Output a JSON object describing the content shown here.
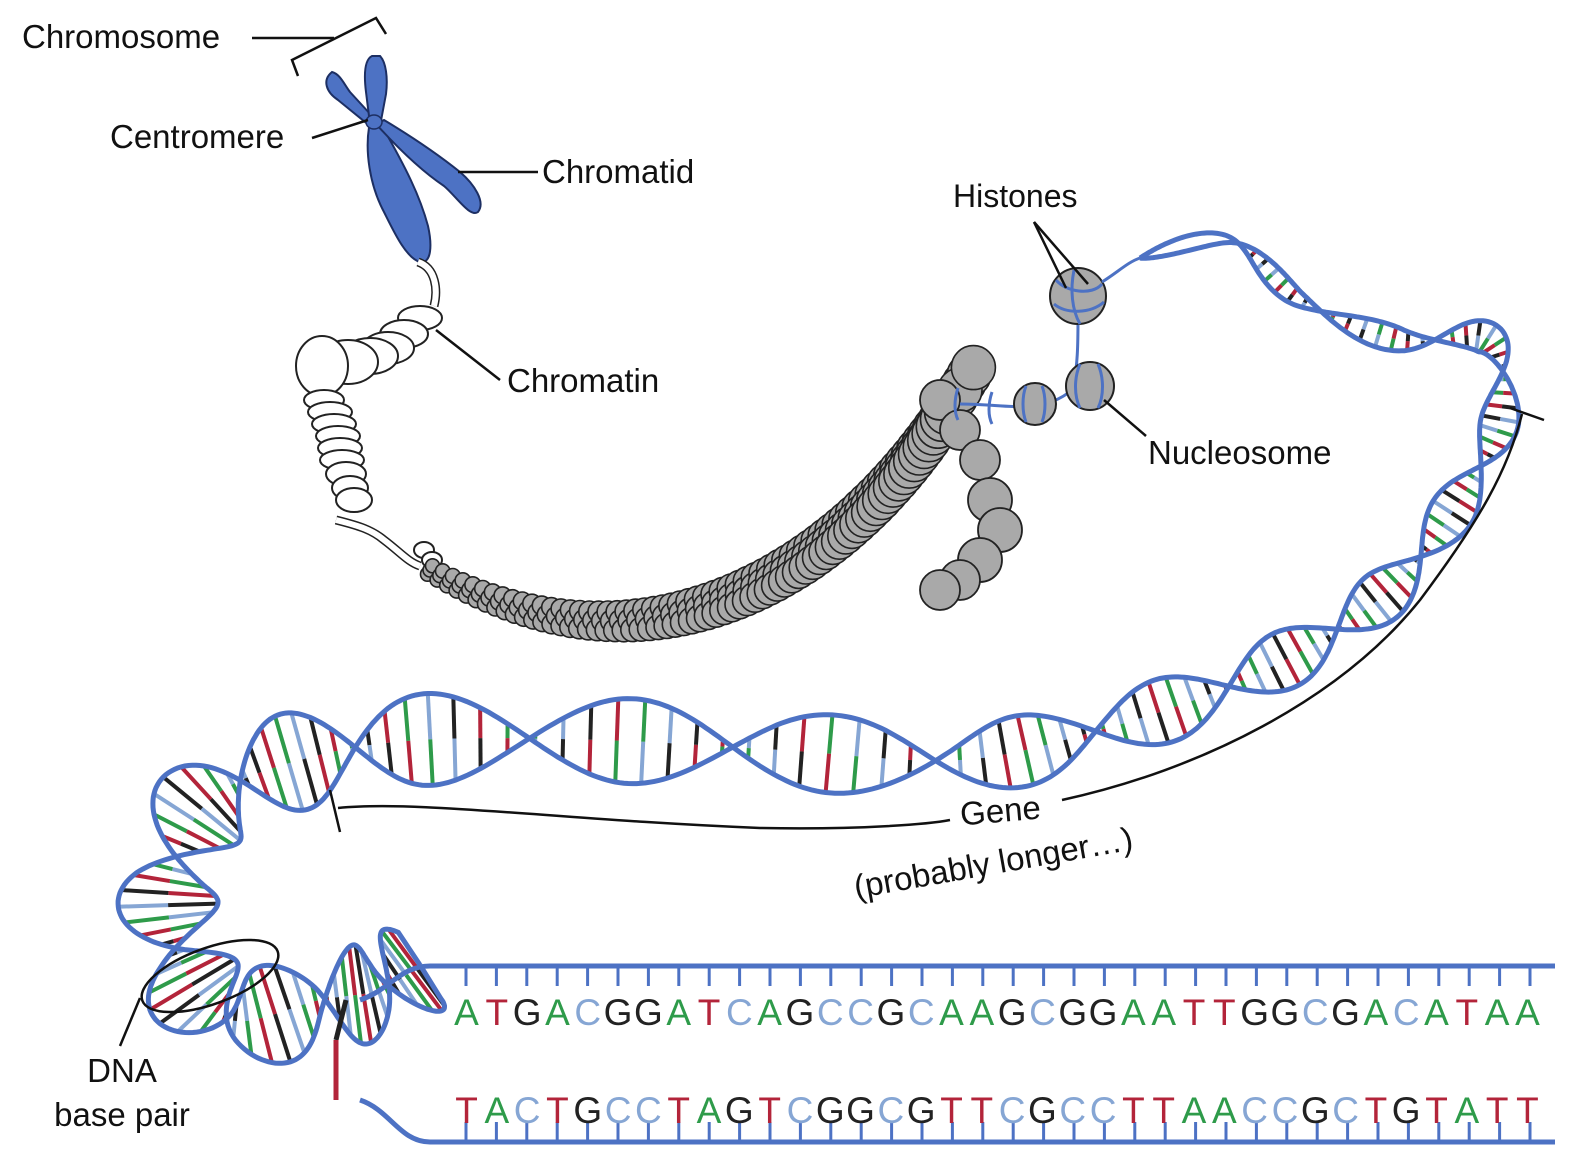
{
  "labels": {
    "chromosome": "Chromosome",
    "centromere": "Centromere",
    "chromatid": "Chromatid",
    "chromatin": "Chromatin",
    "histones": "Histones",
    "nucleosome": "Nucleosome",
    "gene_line1": "Gene",
    "gene_line2": "(probably longer…)",
    "dna_line1": "DNA",
    "dna_line2": "base pair"
  },
  "sequence": {
    "top": "ATGACGGATCAGCCGCAAGCGGAATTGGCGACATAA",
    "bottom": "TACTGCCTAGTCGGCGTTCGCCTTAACCGCTGTATT"
  },
  "colors": {
    "A": "#2e9b4a",
    "T": "#b3243a",
    "G": "#222222",
    "C": "#86a6d4",
    "strand": "#4d72c4",
    "chromosome": "#4d72c4",
    "nucleosome": "#a9a9a9"
  }
}
